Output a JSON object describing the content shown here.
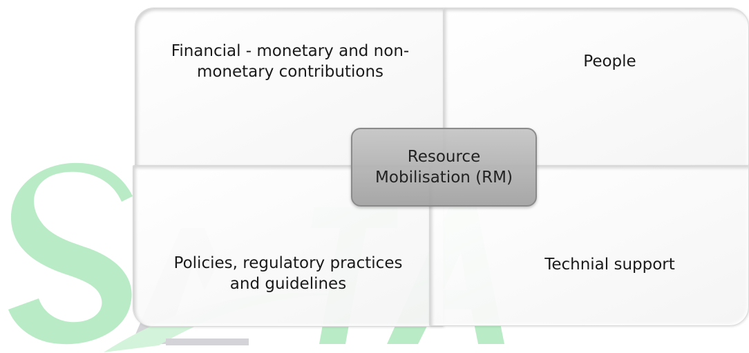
{
  "diagram": {
    "center": {
      "lines": [
        "Resource",
        "Mobilisation (RM)"
      ]
    },
    "quadrants": {
      "top_left": {
        "lines": [
          "Financial - monetary and non-",
          "monetary contributions"
        ]
      },
      "top_right": {
        "lines": [
          "People"
        ]
      },
      "bottom_left": {
        "lines": [
          "Policies, regulatory practices",
          "and guidelines"
        ]
      },
      "bottom_right": {
        "lines": [
          "Technial support"
        ]
      }
    }
  },
  "watermark": {
    "text": "SATA",
    "colors": {
      "green": "#b9ecc6",
      "gray": "#d4d4d8",
      "stroke": "#d3f3da"
    }
  }
}
